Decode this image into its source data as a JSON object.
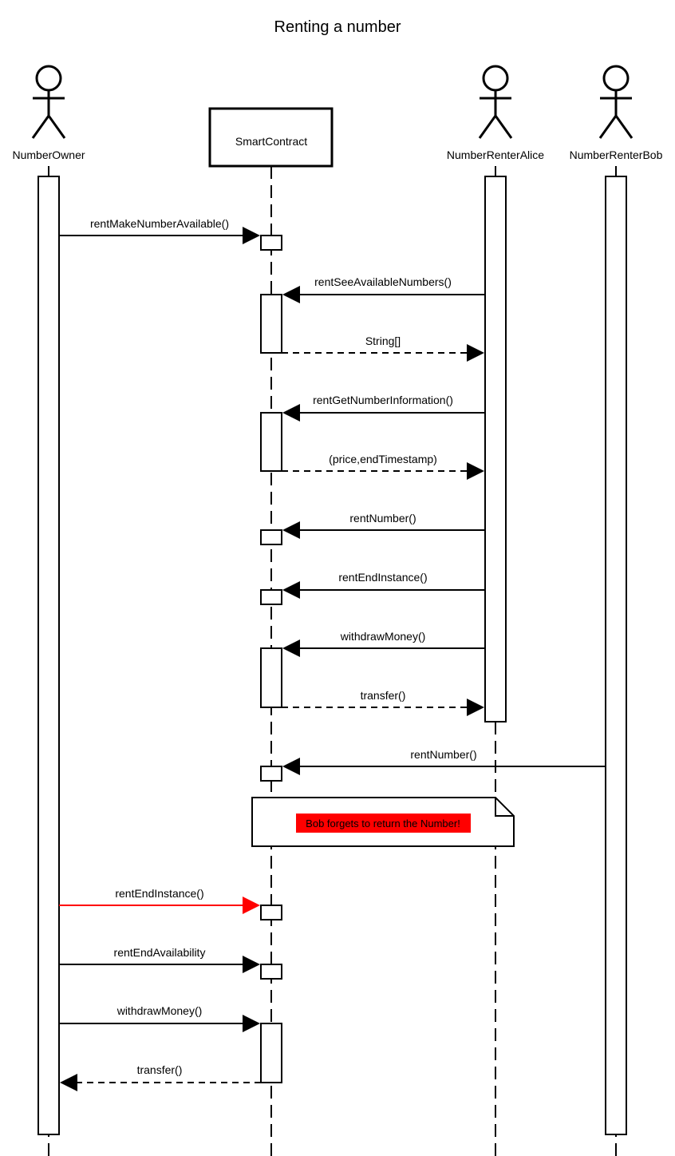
{
  "title": "Renting a number",
  "colors": {
    "line": "#000000",
    "highlight": "#ff0000"
  },
  "participants": [
    {
      "id": "owner",
      "label": "NumberOwner",
      "kind": "actor"
    },
    {
      "id": "contract",
      "label": "SmartContract",
      "kind": "box"
    },
    {
      "id": "alice",
      "label": "NumberRenterAlice",
      "kind": "actor"
    },
    {
      "id": "bob",
      "label": "NumberRenterBob",
      "kind": "actor"
    }
  ],
  "messages": [
    {
      "id": "m1",
      "label": "rentMakeNumberAvailable()",
      "from": "owner",
      "to": "contract",
      "type": "call"
    },
    {
      "id": "m2",
      "label": "rentSeeAvailableNumbers()",
      "from": "alice",
      "to": "contract",
      "type": "call"
    },
    {
      "id": "m3",
      "label": "String[]",
      "from": "contract",
      "to": "alice",
      "type": "return"
    },
    {
      "id": "m4",
      "label": "rentGetNumberInformation()",
      "from": "alice",
      "to": "contract",
      "type": "call"
    },
    {
      "id": "m5",
      "label": "(price,endTimestamp)",
      "from": "contract",
      "to": "alice",
      "type": "return"
    },
    {
      "id": "m6",
      "label": "rentNumber()",
      "from": "alice",
      "to": "contract",
      "type": "call"
    },
    {
      "id": "m7",
      "label": "rentEndInstance()",
      "from": "alice",
      "to": "contract",
      "type": "call"
    },
    {
      "id": "m8",
      "label": "withdrawMoney()",
      "from": "alice",
      "to": "contract",
      "type": "call"
    },
    {
      "id": "m9",
      "label": "transfer()",
      "from": "contract",
      "to": "alice",
      "type": "return"
    },
    {
      "id": "m10",
      "label": "rentNumber()",
      "from": "bob",
      "to": "contract",
      "type": "call"
    },
    {
      "id": "m11",
      "label": "rentEndInstance()",
      "from": "owner",
      "to": "contract",
      "type": "call",
      "highlight": true
    },
    {
      "id": "m12",
      "label": "rentEndAvailability",
      "from": "owner",
      "to": "contract",
      "type": "call"
    },
    {
      "id": "m13",
      "label": "withdrawMoney()",
      "from": "owner",
      "to": "contract",
      "type": "call"
    },
    {
      "id": "m14",
      "label": "transfer()",
      "from": "contract",
      "to": "owner",
      "type": "return"
    }
  ],
  "note": {
    "text": "Bob forgets to return the Number!"
  }
}
